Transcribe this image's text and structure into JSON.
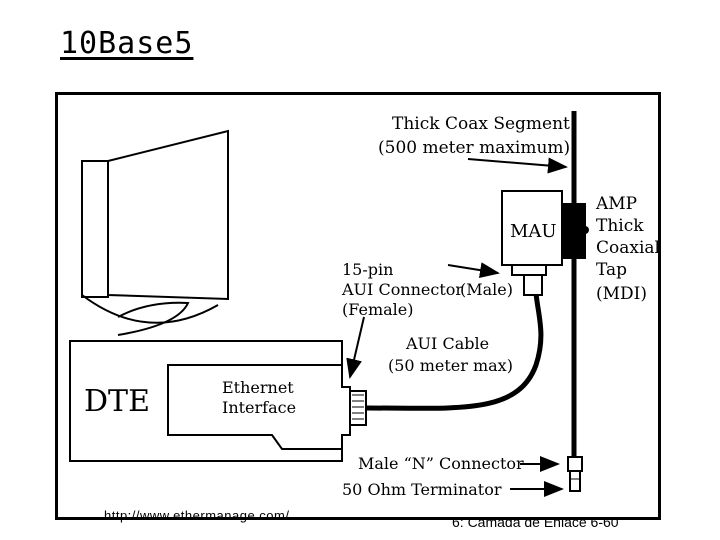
{
  "slide": {
    "title": "10Base5",
    "footer_url": "http://www.ethermanage.com/",
    "footer_page": "6: Camada de Enlace  6-60"
  },
  "diagram": {
    "coax_label": [
      "Thick Coax Segment",
      "(500 meter maximum)"
    ],
    "tap_label": [
      "AMP",
      "Thick",
      "Coaxial",
      "Tap",
      "(MDI)"
    ],
    "mau_label": "MAU",
    "aui_connector_label": [
      "15-pin",
      "AUI Connector",
      "(Female)"
    ],
    "male_label": "(Male)",
    "aui_cable_label": [
      "AUI Cable",
      "(50 meter max)"
    ],
    "dte_label": "DTE",
    "interface_label": [
      "Ethernet",
      "Interface"
    ],
    "n_connector_label": "Male “N” Connector",
    "terminator_label": "50 Ohm Terminator"
  }
}
